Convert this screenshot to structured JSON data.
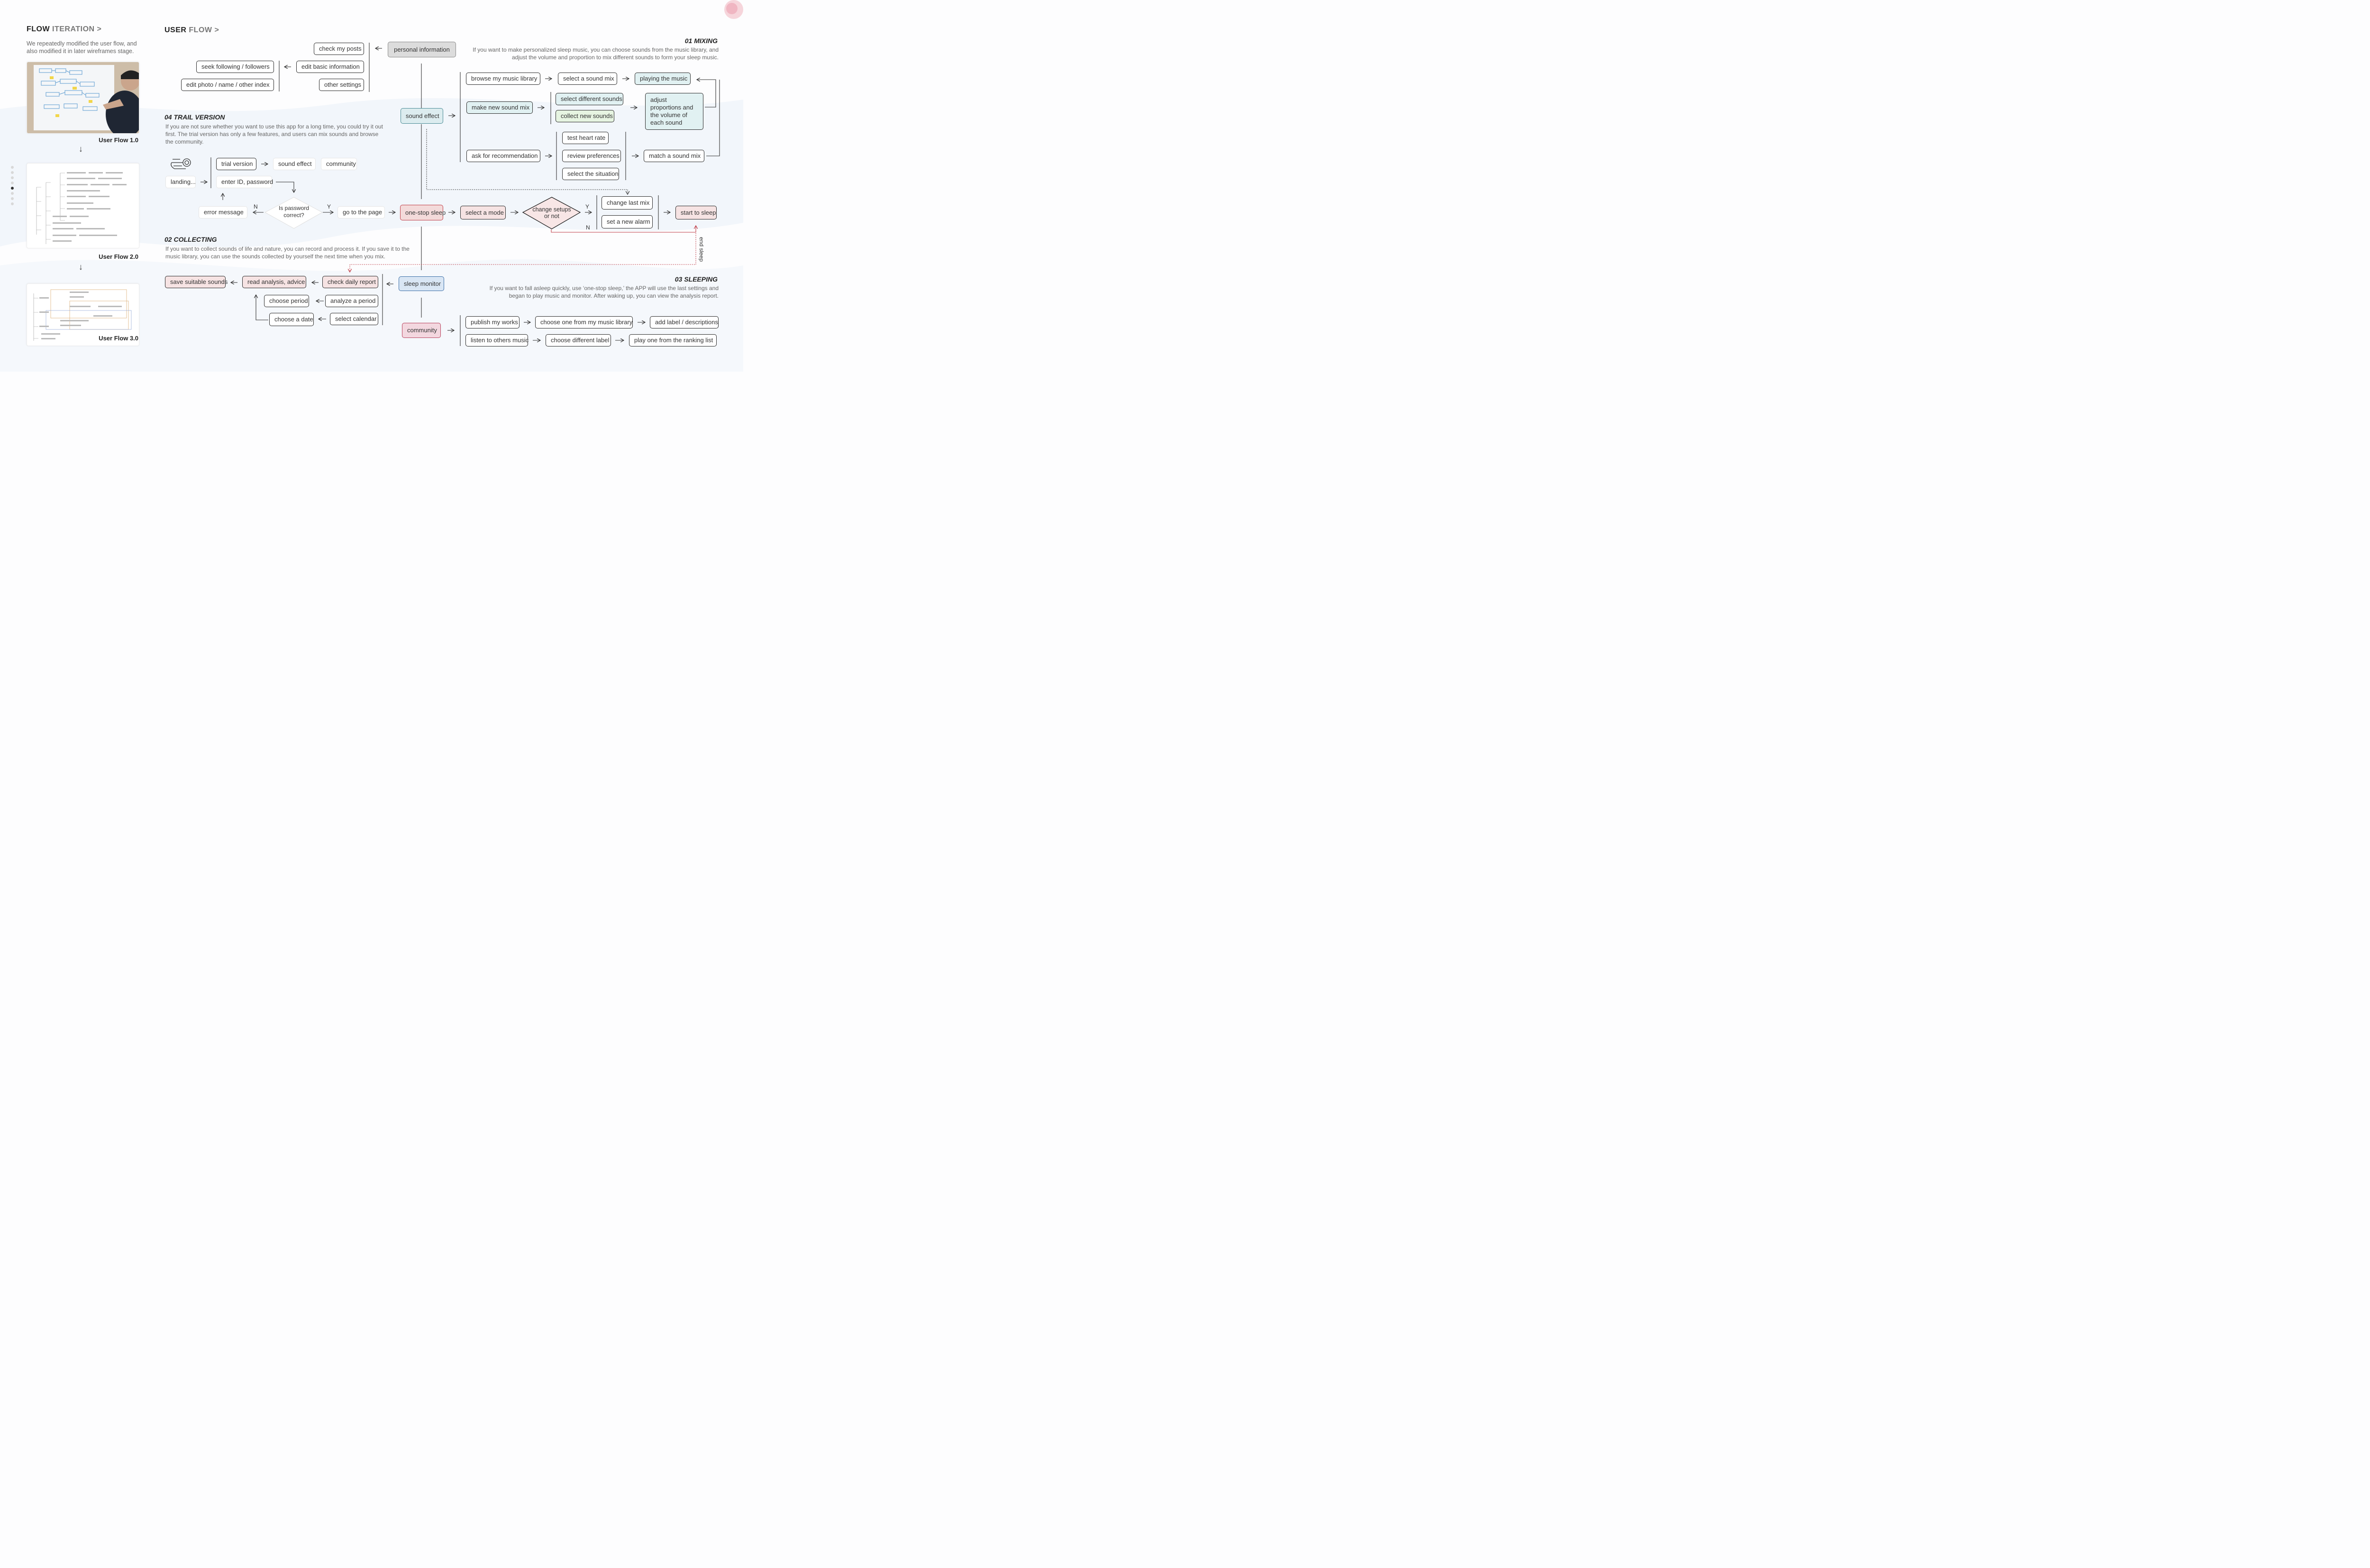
{
  "left": {
    "title_a": "FLOW",
    "title_b": "ITERATION >",
    "desc": "We repeatedly modified the user flow, and also modified it in later wireframes stage.",
    "captions": [
      "User Flow 1.0",
      "User Flow 2.0",
      "User Flow 3.0"
    ],
    "down_arrow": "↓",
    "active_dot": 4
  },
  "main": {
    "title_a": "USER",
    "title_b": "FLOW >"
  },
  "sections": {
    "mixing": {
      "title": "01 MIXING",
      "desc": "If you want to make personalized sleep music, you can choose sounds from the music library, and adjust the volume and proportion to mix different sounds to form your sleep music."
    },
    "collecting": {
      "title": "02 COLLECTING",
      "desc": "If you want to collect sounds of life and nature, you can record and process it. If you save it to the music library, you can use the sounds collected by yourself the next time when you mix."
    },
    "sleeping": {
      "title": "03 SLEEPING",
      "desc": "If you want to fall asleep quickly, use ‘one-stop sleep,’ the APP will use the last settings and began to play music and monitor. After waking up, you can view the analysis report."
    },
    "trial": {
      "title": "04 TRAIL VERSION",
      "desc": "If you are not sure whether  you want to use this app for a long time, you could try it out first. The trial version has only a few features, and users can mix sounds and browse the community."
    }
  },
  "nodes": {
    "personal_information": "personal information",
    "check_my_posts": "check my posts",
    "edit_basic_information": "edit basic information",
    "other_settings": "other settings",
    "seek_following": "seek following / followers",
    "edit_photo": "edit photo / name / other index",
    "sound_effect": "sound effect",
    "browse_library": "browse my music library",
    "select_sound_mix": "select a sound mix",
    "playing_music": "playing the music",
    "make_new_mix": "make new sound mix",
    "select_different_sounds": "select different sounds",
    "collect_new_sounds": "collect new sounds",
    "adjust_proportions": "adjust proportions and the volume of each sound",
    "ask_recommendation": "ask for recommendation",
    "test_heart_rate": "test heart rate",
    "review_preferences": "review preferences",
    "select_situation": "select the situation",
    "match_sound_mix": "match a sound mix",
    "landing": "landing...",
    "trial_version": "trial version",
    "trial_sound_effect": "sound effect",
    "trial_community": "community",
    "enter_id": "enter ID, password",
    "error_message": "error message",
    "password_q": "Is password correct?",
    "go_to_page": "go to the page",
    "one_stop_sleep": "one-stop sleep",
    "select_mode": "select a mode",
    "change_setups": "change setups or not",
    "change_last_mix": "change last mix",
    "set_new_alarm": "set a new alarm",
    "start_to_sleep": "start to sleep",
    "end_sleep": "end sleep",
    "sleep_monitor": "sleep monitor",
    "check_daily_report": "check daily report",
    "read_analysis": "read analysis, advice",
    "save_suitable": "save suitable sounds",
    "analyze_period": "analyze a period",
    "choose_period": "choose period",
    "select_calendar": "select calendar",
    "choose_date": "choose a date",
    "community": "community",
    "publish_works": "publish my works",
    "choose_from_library": "choose one from my music library",
    "add_label": "add label / descriptions",
    "listen_others": "listen to others music",
    "choose_label": "choose different label",
    "play_ranking": "play one from the ranking list"
  },
  "labels": {
    "yes": "Y",
    "no": "N"
  },
  "colors": {
    "red_accent": "#c0404a",
    "blue_accent": "#3c6fa8",
    "cyan_fill": "#e1f1f2",
    "pink_fill": "#f6e3e3"
  }
}
